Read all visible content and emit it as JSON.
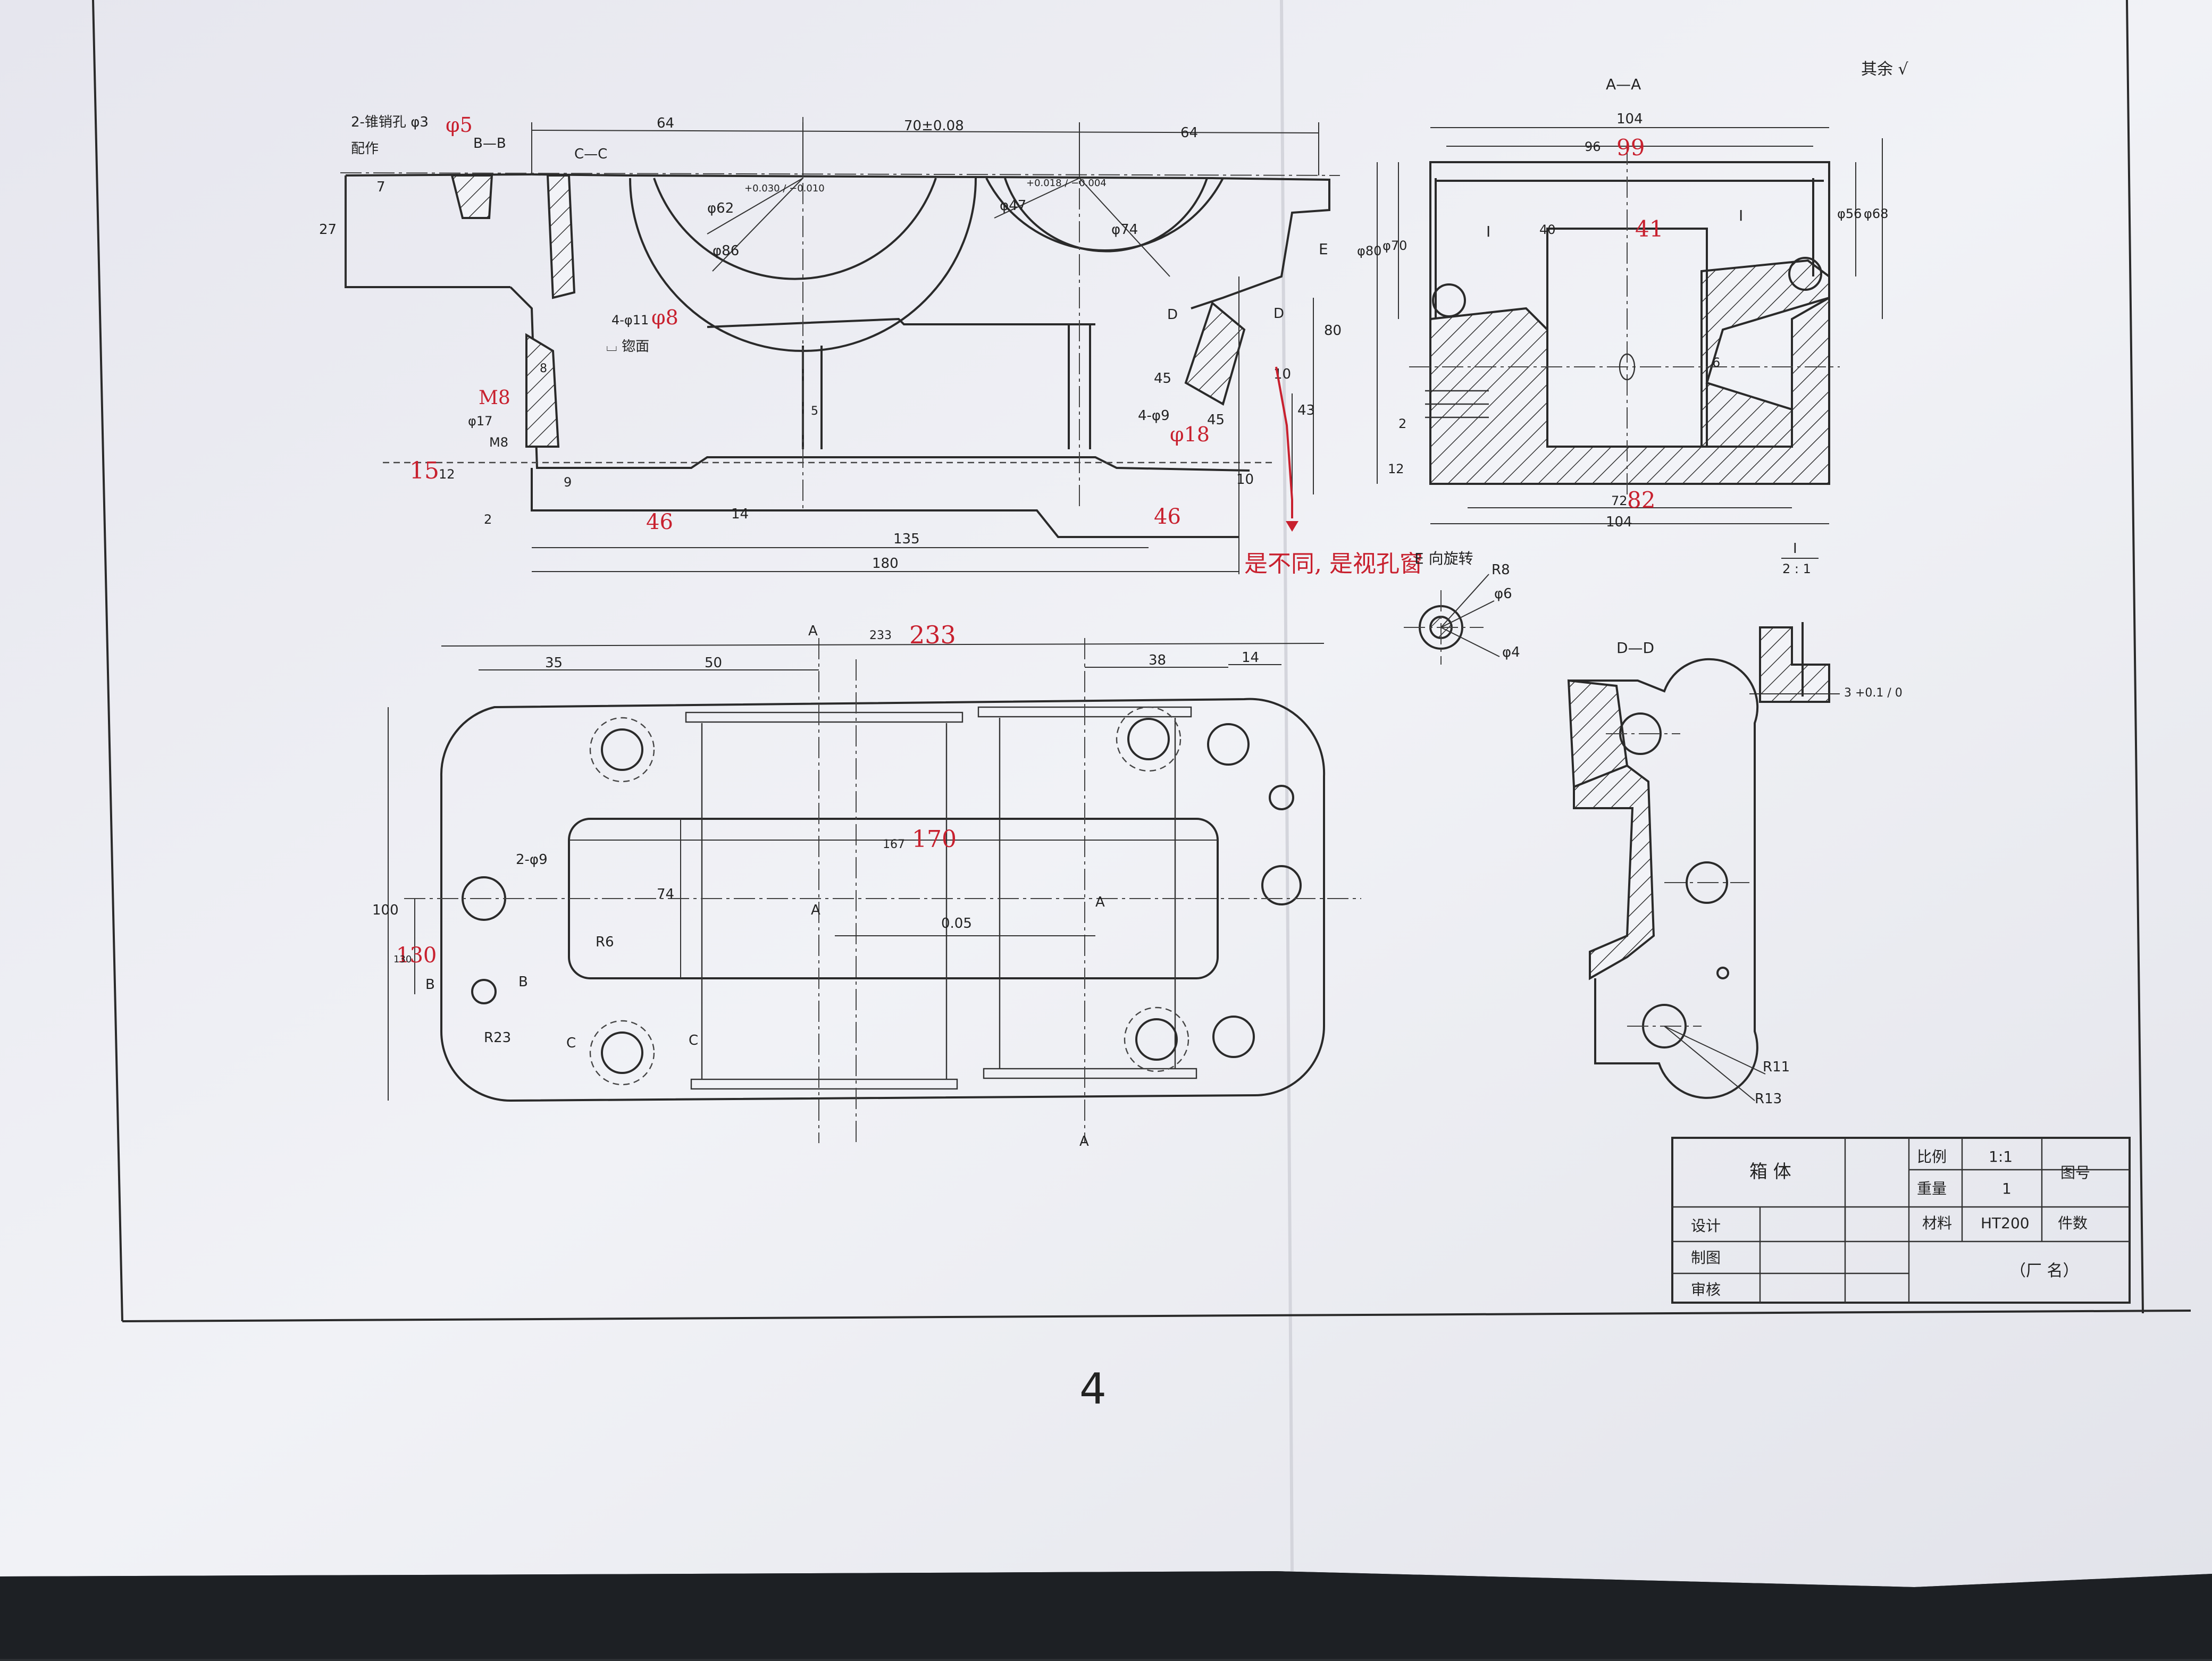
{
  "sheet": {
    "page_number": "4",
    "top_right_note": "其余 √"
  },
  "front_view": {
    "dims": {
      "left_64": "64",
      "center_70": "70±0.08",
      "right_64": "64",
      "height_27": "27",
      "height_7": "7",
      "d_86": "φ86",
      "d_62": "φ62",
      "d_62_tol": "+0.030 / −0.010",
      "d_47": "φ47",
      "d_47_tol": "+0.018 / −0.004",
      "d_74": "φ74",
      "h_80": "80",
      "h_45": "45",
      "h_43": "43",
      "h_10": "10",
      "w_45": "45",
      "w_10": "10",
      "h_8": "8",
      "h_5": "5",
      "h_17": "φ17",
      "m8": "M8",
      "h_12": "12",
      "h_2": "2",
      "h_9": "9",
      "h_14": "14",
      "len_135": "135",
      "len_180": "180",
      "n_4_phi9": "4-φ9",
      "n_4_phi11": "4-φ11",
      "counterbore": "⌴ 锪面"
    },
    "labels": {
      "taper_pin": "2-锥销孔 φ3",
      "match_drill": "配作",
      "bb": "B—B",
      "cc": "C—C",
      "e": "E",
      "d1": "D",
      "d2": "D"
    },
    "red_notes": {
      "phi5": "φ5",
      "phi8": "φ8",
      "phi18": "φ18",
      "n15": "15",
      "n46a": "46",
      "n46b": "46",
      "m8_red": "M8",
      "not_same": "是不同, 是视孔窗"
    }
  },
  "section_aa": {
    "title": "A—A",
    "dims": {
      "w_104_top": "104",
      "w_96": "96",
      "h_70": "φ70",
      "h_80": "φ80",
      "h_56": "φ56",
      "h_68": "φ68",
      "w_40": "40",
      "w_6": "6",
      "w_2": "2",
      "w_12": "12",
      "w_72": "72",
      "w_104_bot": "104",
      "detail_i": "I",
      "scale_i": "I",
      "scale_ratio": "2 : 1"
    },
    "red_notes": {
      "r99": "99",
      "r41": "41",
      "r82": "82"
    }
  },
  "e_view": {
    "title": "E 向旋转",
    "r8": "R8",
    "d6": "φ6",
    "d4": "φ4"
  },
  "detail_i": {
    "dim": "3 +0.1 / 0"
  },
  "section_dd": {
    "title": "D—D",
    "r11": "R11",
    "r13": "R13"
  },
  "top_view": {
    "dims": {
      "overall": "233",
      "d35": "35",
      "d50": "50",
      "d38": "38",
      "d14": "14",
      "d100": "100",
      "d74": "74",
      "d167": "167",
      "r6": "R6",
      "r23": "R23",
      "n2phi9": "2-φ9",
      "flat": "0.05",
      "h130": "130"
    },
    "labels": {
      "a_top": "A",
      "a_bottom": "A",
      "a_left": "A",
      "a_right": "A",
      "b1": "B",
      "b2": "B",
      "c1": "C",
      "c2": "C"
    },
    "red_notes": {
      "r233": "233",
      "r170": "170",
      "r130": "130"
    }
  },
  "title_block": {
    "name": "箱    体",
    "scale_label": "比例",
    "scale_value": "1:1",
    "drawing_no_label": "图号",
    "weight_label": "重量",
    "weight_value": "1",
    "material_label": "材料",
    "material_value": "HT200",
    "count_label": "件数",
    "design": "设计",
    "draw": "制图",
    "review": "审核",
    "factory": "（厂    名）"
  }
}
